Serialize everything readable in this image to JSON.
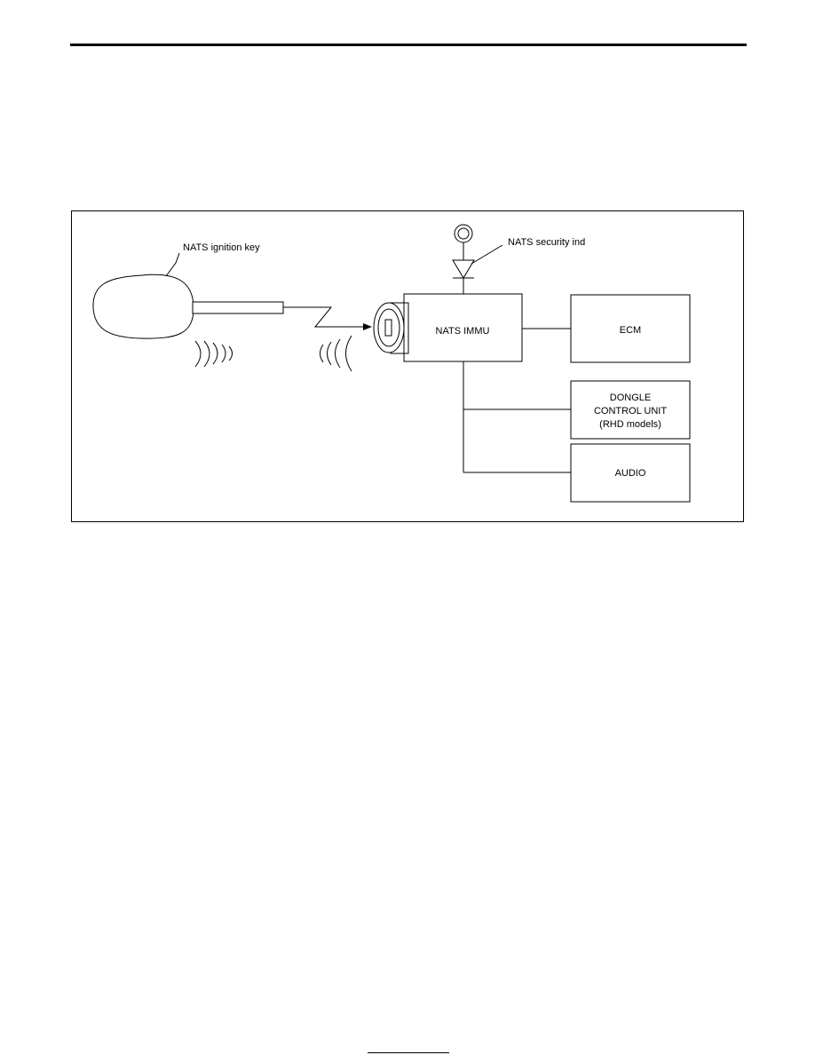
{
  "diagram": {
    "labels": {
      "ignition_key": "NATS ignition key",
      "security_ind": "NATS security ind",
      "immu": "NATS IMMU",
      "ecm": "ECM",
      "dongle_line1": "DONGLE",
      "dongle_line2": "CONTROL UNIT",
      "dongle_line3": "(RHD models)",
      "audio": "AUDIO"
    }
  }
}
